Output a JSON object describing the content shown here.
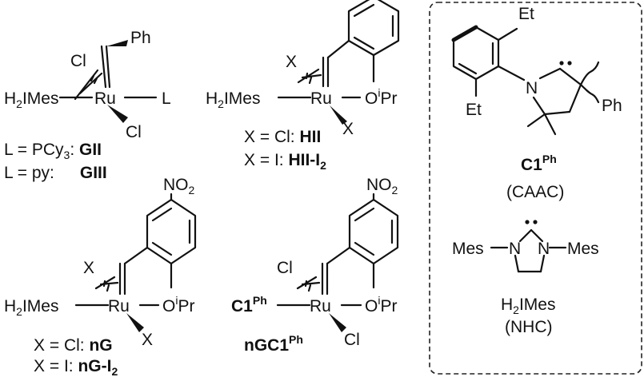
{
  "compounds": {
    "g": {
      "cl_top": "Cl",
      "ph": "Ph",
      "ligand": "H2IMes",
      "ru": "Ru",
      "l": "L",
      "cl_bottom": "Cl",
      "line1_pre": "L = PCy",
      "line1_sub": "3",
      "line1_mid": ": ",
      "line1_name": "GII",
      "line2_pre": "L = py:",
      "line2_name": "GIII"
    },
    "h": {
      "x_top": "X",
      "ligand": "H2IMes",
      "ru": "Ru",
      "o": "O",
      "ipr_sup": "i",
      "ipr": "Pr",
      "x_bottom": "X",
      "line1_pre": "X = Cl: ",
      "line1_name": "HII",
      "line2_pre": "X = I: ",
      "line2_name": "HII-I",
      "line2_sub": "2"
    },
    "ng": {
      "no2": "NO",
      "no2_sub": "2",
      "x_top": "X",
      "ligand": "H2IMes",
      "ru": "Ru",
      "o": "O",
      "ipr_sup": "i",
      "ipr": "Pr",
      "x_bottom": "X",
      "line1_pre": "X = Cl: ",
      "line1_name": "nG",
      "line2_pre": "X = I: ",
      "line2_name": "nG-I",
      "line2_sub": "2"
    },
    "ngc": {
      "no2": "NO",
      "no2_sub": "2",
      "cl_top": "Cl",
      "ligand": "C1",
      "ligand_sup": "Ph",
      "ru": "Ru",
      "o": "O",
      "ipr_sup": "i",
      "ipr": "Pr",
      "cl_bottom": "Cl",
      "name": "nGC1",
      "name_sup": "Ph"
    }
  },
  "legend": {
    "caac": {
      "et_top": "Et",
      "et_bottom": "Et",
      "n": "N",
      "ph": "Ph",
      "name": "C1",
      "name_sup": "Ph",
      "type": "(CAAC)"
    },
    "nhc": {
      "mes_left": "Mes",
      "mes_right": "Mes",
      "n_left": "N",
      "n_right": "N",
      "name": "H2IMes",
      "type": "(NHC)"
    }
  }
}
